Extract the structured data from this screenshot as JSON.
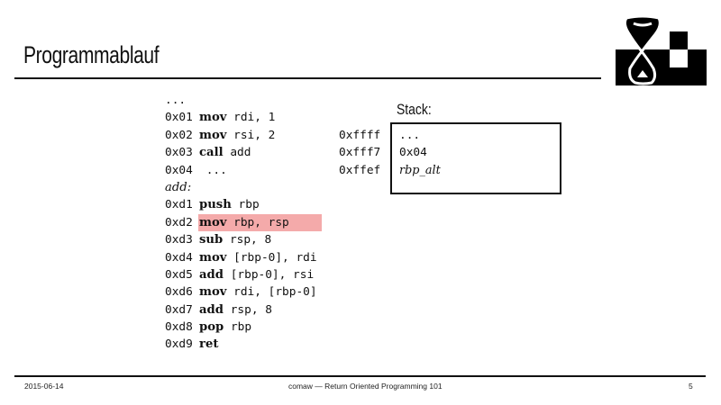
{
  "slide": {
    "title": "Programmablauf",
    "page_number": "5"
  },
  "code": {
    "lines": [
      {
        "addr": "...",
        "kw": "",
        "args": ""
      },
      {
        "addr": "0x01",
        "kw": "mov",
        "args": " rdi, 1"
      },
      {
        "addr": "0x02",
        "kw": "mov",
        "args": " rsi, 2"
      },
      {
        "addr": "0x03",
        "kw": "call",
        "args": " add"
      },
      {
        "addr": "0x04",
        "kw": "",
        "args": " ..."
      },
      {
        "label": "add:"
      },
      {
        "addr": "0xd1",
        "kw": "push",
        "args": " rbp"
      },
      {
        "addr": "0xd2",
        "kw": "mov",
        "args": " rbp, rsp",
        "highlighted": true
      },
      {
        "addr": "0xd3",
        "kw": "sub",
        "args": " rsp, 8"
      },
      {
        "addr": "0xd4",
        "kw": "mov",
        "args": " [rbp-0], rdi"
      },
      {
        "addr": "0xd5",
        "kw": "add",
        "args": " [rbp-0], rsi"
      },
      {
        "addr": "0xd6",
        "kw": "mov",
        "args": " rdi, [rbp-0]"
      },
      {
        "addr": "0xd7",
        "kw": "add",
        "args": " rsp, 8"
      },
      {
        "addr": "0xd8",
        "kw": "pop",
        "args": " rbp"
      },
      {
        "addr": "0xd9",
        "kw": "ret",
        "args": ""
      }
    ],
    "highlight_color": "#f4aaaa"
  },
  "stack": {
    "title": "Stack:",
    "addresses": [
      "0xffff",
      "0xfff7",
      "0xffef"
    ],
    "values": [
      "...",
      "0x04",
      "rbp_alt"
    ]
  },
  "footer": {
    "date": "2015-06-14",
    "center": "comaw  — Return Oriented Programming 101",
    "page": "5"
  }
}
